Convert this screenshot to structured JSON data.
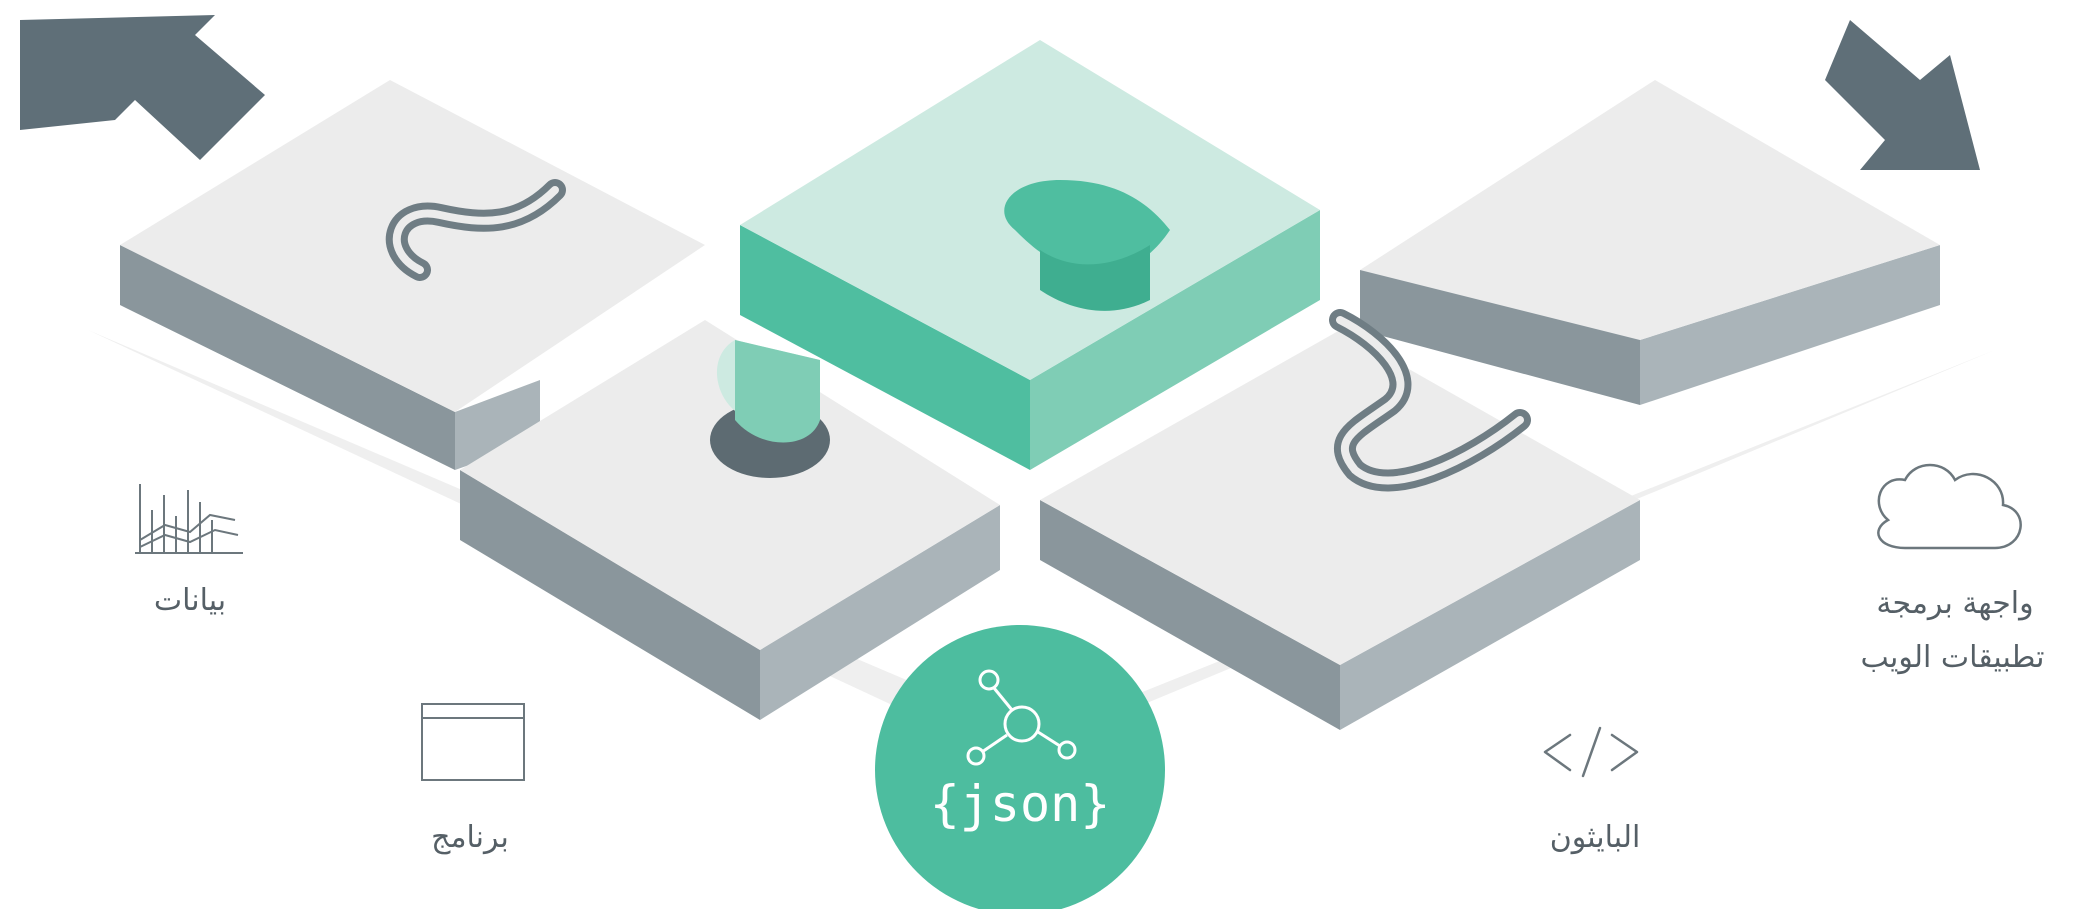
{
  "labels": {
    "data": "بيانات",
    "program": "برنامج",
    "python": "البايثون",
    "web_api_line1": "واجهة برمجة",
    "web_api_line2": "تطبيقات الويب",
    "json": "{json}"
  },
  "icons": {
    "data": "bar-chart-icon",
    "program": "browser-window-icon",
    "python": "code-brackets-icon",
    "web_api": "cloud-icon",
    "json": "network-nodes-icon",
    "arrow_out": "arrow-up-left-icon",
    "arrow_in": "arrow-down-left-icon"
  },
  "colors": {
    "arrow": "#5f6f78",
    "piece_top": "#ececec",
    "piece_side_dark": "#7f8b92",
    "piece_side_light": "#a9b3b8",
    "green_top": "#cdeae1",
    "green_side": "#7fcdb5",
    "green_dark": "#4fbea0",
    "json_circle": "#4dbd9f",
    "icon_stroke": "#6c777d"
  }
}
